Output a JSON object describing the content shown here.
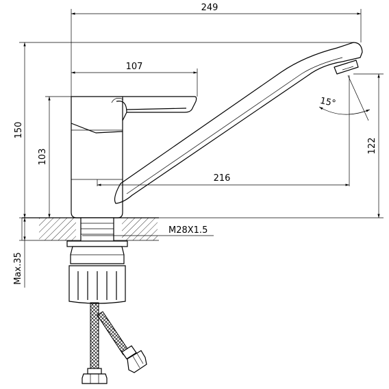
{
  "drawing": {
    "dimensions": {
      "overall_reach": "249",
      "lever_length": "107",
      "total_height": "150",
      "body_height": "103",
      "spout_outlet_height": "122",
      "spout_projection": "216",
      "spout_angle": "15°",
      "mount_thread": "M28X1.5",
      "max_counter_thickness": "Max.35"
    }
  }
}
